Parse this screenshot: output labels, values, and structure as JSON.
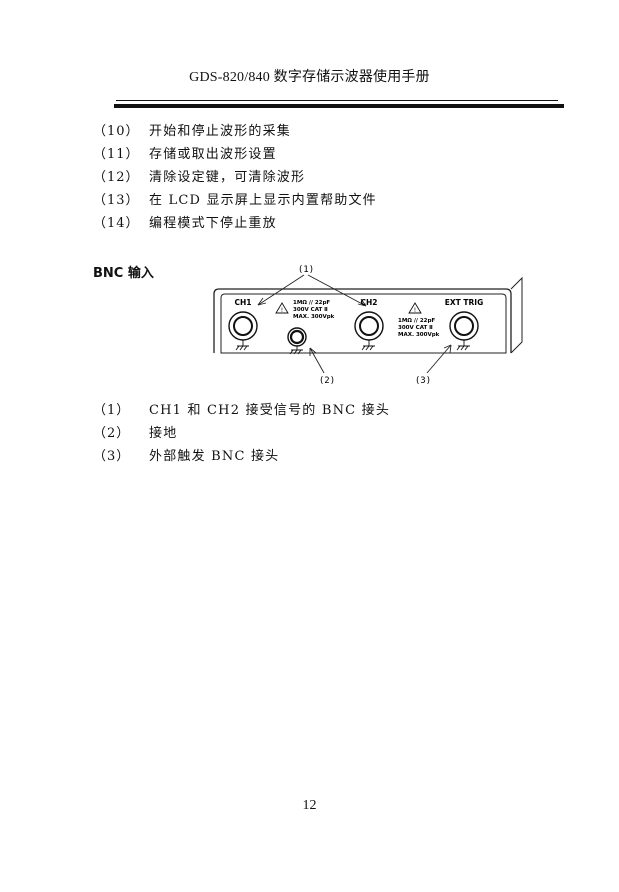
{
  "header": {
    "title": "GDS-820/840 数字存储示波器使用手册"
  },
  "button_list": [
    {
      "num": "（10）",
      "text": "开始和停止波形的采集"
    },
    {
      "num": "（11）",
      "text": "存储或取出波形设置"
    },
    {
      "num": "（12）",
      "text": "清除设定键，可清除波形"
    },
    {
      "num": "（13）",
      "text": "在 LCD 显示屏上显示内置帮助文件"
    },
    {
      "num": "（14）",
      "text": "编程模式下停止重放"
    }
  ],
  "section": {
    "heading": "BNC 输入"
  },
  "figure": {
    "callout_1": "(1)",
    "callout_2": "(2)",
    "callout_3": "(3)",
    "ch1_label": "CH1",
    "ch2_label": "CH2",
    "ext_trig_label": "EXT TRIG",
    "spec_1": "1MΩ // 22pF",
    "spec_2": "300V CAT Ⅱ",
    "spec_3": "MAX. 300Vpk"
  },
  "bnc_list": [
    {
      "num": "（1）",
      "text": "CH1 和 CH2 接受信号的 BNC 接头"
    },
    {
      "num": "（2）",
      "text": "接地"
    },
    {
      "num": "（3）",
      "text": "外部触发 BNC 接头"
    }
  ],
  "footer": {
    "page_number": "12"
  }
}
